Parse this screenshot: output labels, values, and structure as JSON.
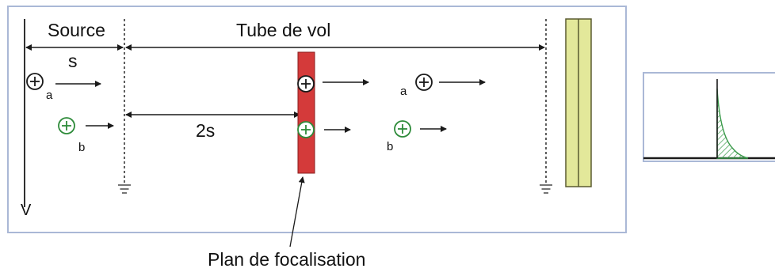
{
  "labels": {
    "source": "Source",
    "tube": "Tube de vol",
    "s": "s",
    "two_s": "2s",
    "v": "V",
    "focal_plane": "Plan de focalisation",
    "ion_a": "a",
    "ion_b": "b"
  },
  "colors": {
    "frame_border": "#aab8d6",
    "line": "#1a1a1a",
    "focal_plane_fill": "#d43a3a",
    "detector_fill": "#e3e89a",
    "detector_border": "#5a5a30",
    "ion_b": "#2e8b3a",
    "ion_a": "#1a1a1a",
    "peak_fill": "#3a9a4a"
  },
  "icons": [
    "positive-ion-icon",
    "arrow-icon",
    "ground-icon"
  ]
}
